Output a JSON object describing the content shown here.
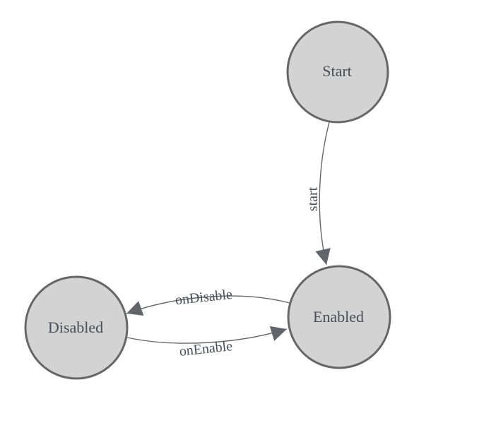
{
  "diagram": {
    "title": "state-machine-diagram",
    "colors": {
      "background": "#ffffff",
      "node_fill": "#d3d3d3",
      "node_stroke": "#666666",
      "edge_stroke": "#63656a",
      "label_color": "#4a4e57"
    },
    "nodes": [
      {
        "id": "start",
        "label": "Start"
      },
      {
        "id": "enabled",
        "label": "Enabled"
      },
      {
        "id": "disabled",
        "label": "Disabled"
      }
    ],
    "edges": [
      {
        "from": "start",
        "to": "enabled",
        "label": "start"
      },
      {
        "from": "enabled",
        "to": "disabled",
        "label": "onDisable"
      },
      {
        "from": "disabled",
        "to": "enabled",
        "label": "onEnable"
      }
    ]
  }
}
